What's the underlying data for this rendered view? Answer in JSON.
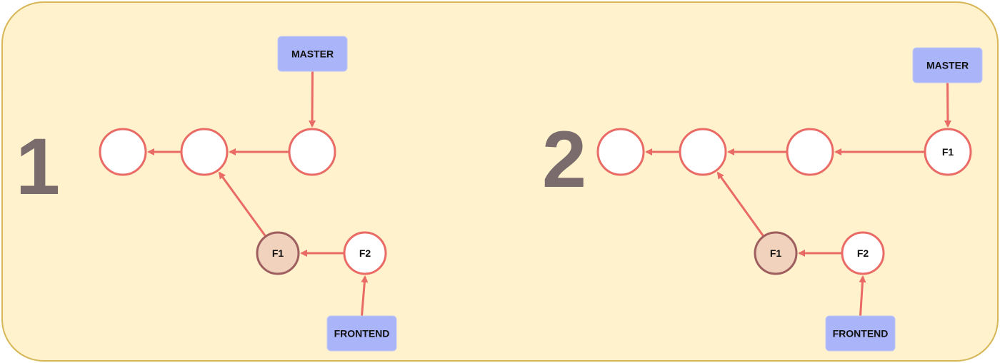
{
  "colors": {
    "background": "#fff2cc",
    "background_border": "#d6b656",
    "edge": "#ea6b66",
    "node_fill": "#ffffff",
    "node_border": "#ea6b66",
    "highlight_fill": "#f0d2bd",
    "highlight_border": "#9e5e5e",
    "tag_fill": "#aab4f8",
    "number": "#7a6c6c"
  },
  "panels": [
    {
      "number": "1",
      "nodes": [
        {
          "id": "a",
          "label": ""
        },
        {
          "id": "b",
          "label": ""
        },
        {
          "id": "c",
          "label": ""
        },
        {
          "id": "f1",
          "label": "F1",
          "highlight": true
        },
        {
          "id": "f2",
          "label": "F2"
        }
      ],
      "tags": [
        {
          "id": "master",
          "label": "MASTER",
          "points_to": "c"
        },
        {
          "id": "frontend",
          "label": "FRONTEND",
          "points_to": "f2"
        }
      ],
      "edges": [
        {
          "from": "b",
          "to": "a"
        },
        {
          "from": "c",
          "to": "b"
        },
        {
          "from": "f1",
          "to": "b"
        },
        {
          "from": "f2",
          "to": "f1"
        }
      ]
    },
    {
      "number": "2",
      "nodes": [
        {
          "id": "a",
          "label": ""
        },
        {
          "id": "b",
          "label": ""
        },
        {
          "id": "c",
          "label": ""
        },
        {
          "id": "d",
          "label": "F1"
        },
        {
          "id": "f1",
          "label": "F1",
          "highlight": true
        },
        {
          "id": "f2",
          "label": "F2"
        }
      ],
      "tags": [
        {
          "id": "master",
          "label": "MASTER",
          "points_to": "d"
        },
        {
          "id": "frontend",
          "label": "FRONTEND",
          "points_to": "f2"
        }
      ],
      "edges": [
        {
          "from": "b",
          "to": "a"
        },
        {
          "from": "c",
          "to": "b"
        },
        {
          "from": "d",
          "to": "c"
        },
        {
          "from": "f1",
          "to": "b"
        },
        {
          "from": "f2",
          "to": "f1"
        }
      ]
    }
  ]
}
